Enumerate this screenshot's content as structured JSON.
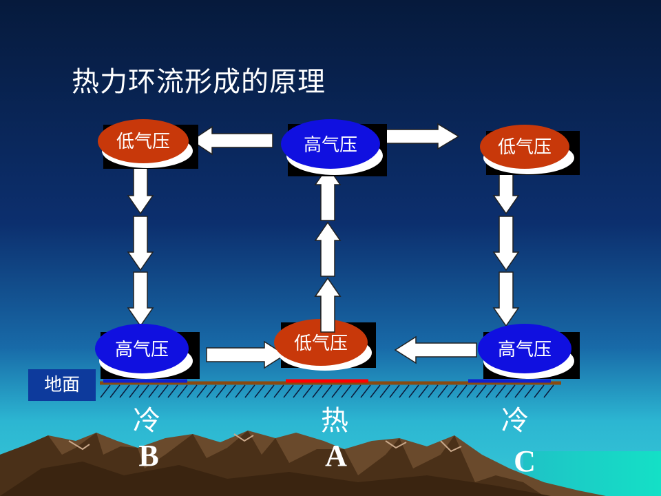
{
  "title": "热力环流形成的原理",
  "ground_label": "地面",
  "nodes": {
    "top_left": "低气压",
    "top_center": "高气压",
    "top_right": "低气压",
    "bottom_left": "高气压",
    "bottom_center": "低气压",
    "bottom_right": "高气压"
  },
  "temperatures": {
    "left": "冷",
    "center": "热",
    "right": "冷"
  },
  "points": {
    "left": "B",
    "center": "A",
    "right": "C"
  },
  "colors": {
    "high_pressure": "#1010e0",
    "low_pressure": "#c8380a",
    "hot_ground": "#ff0000",
    "cold_ground": "#1020d0",
    "ground": "#8a4a10"
  }
}
